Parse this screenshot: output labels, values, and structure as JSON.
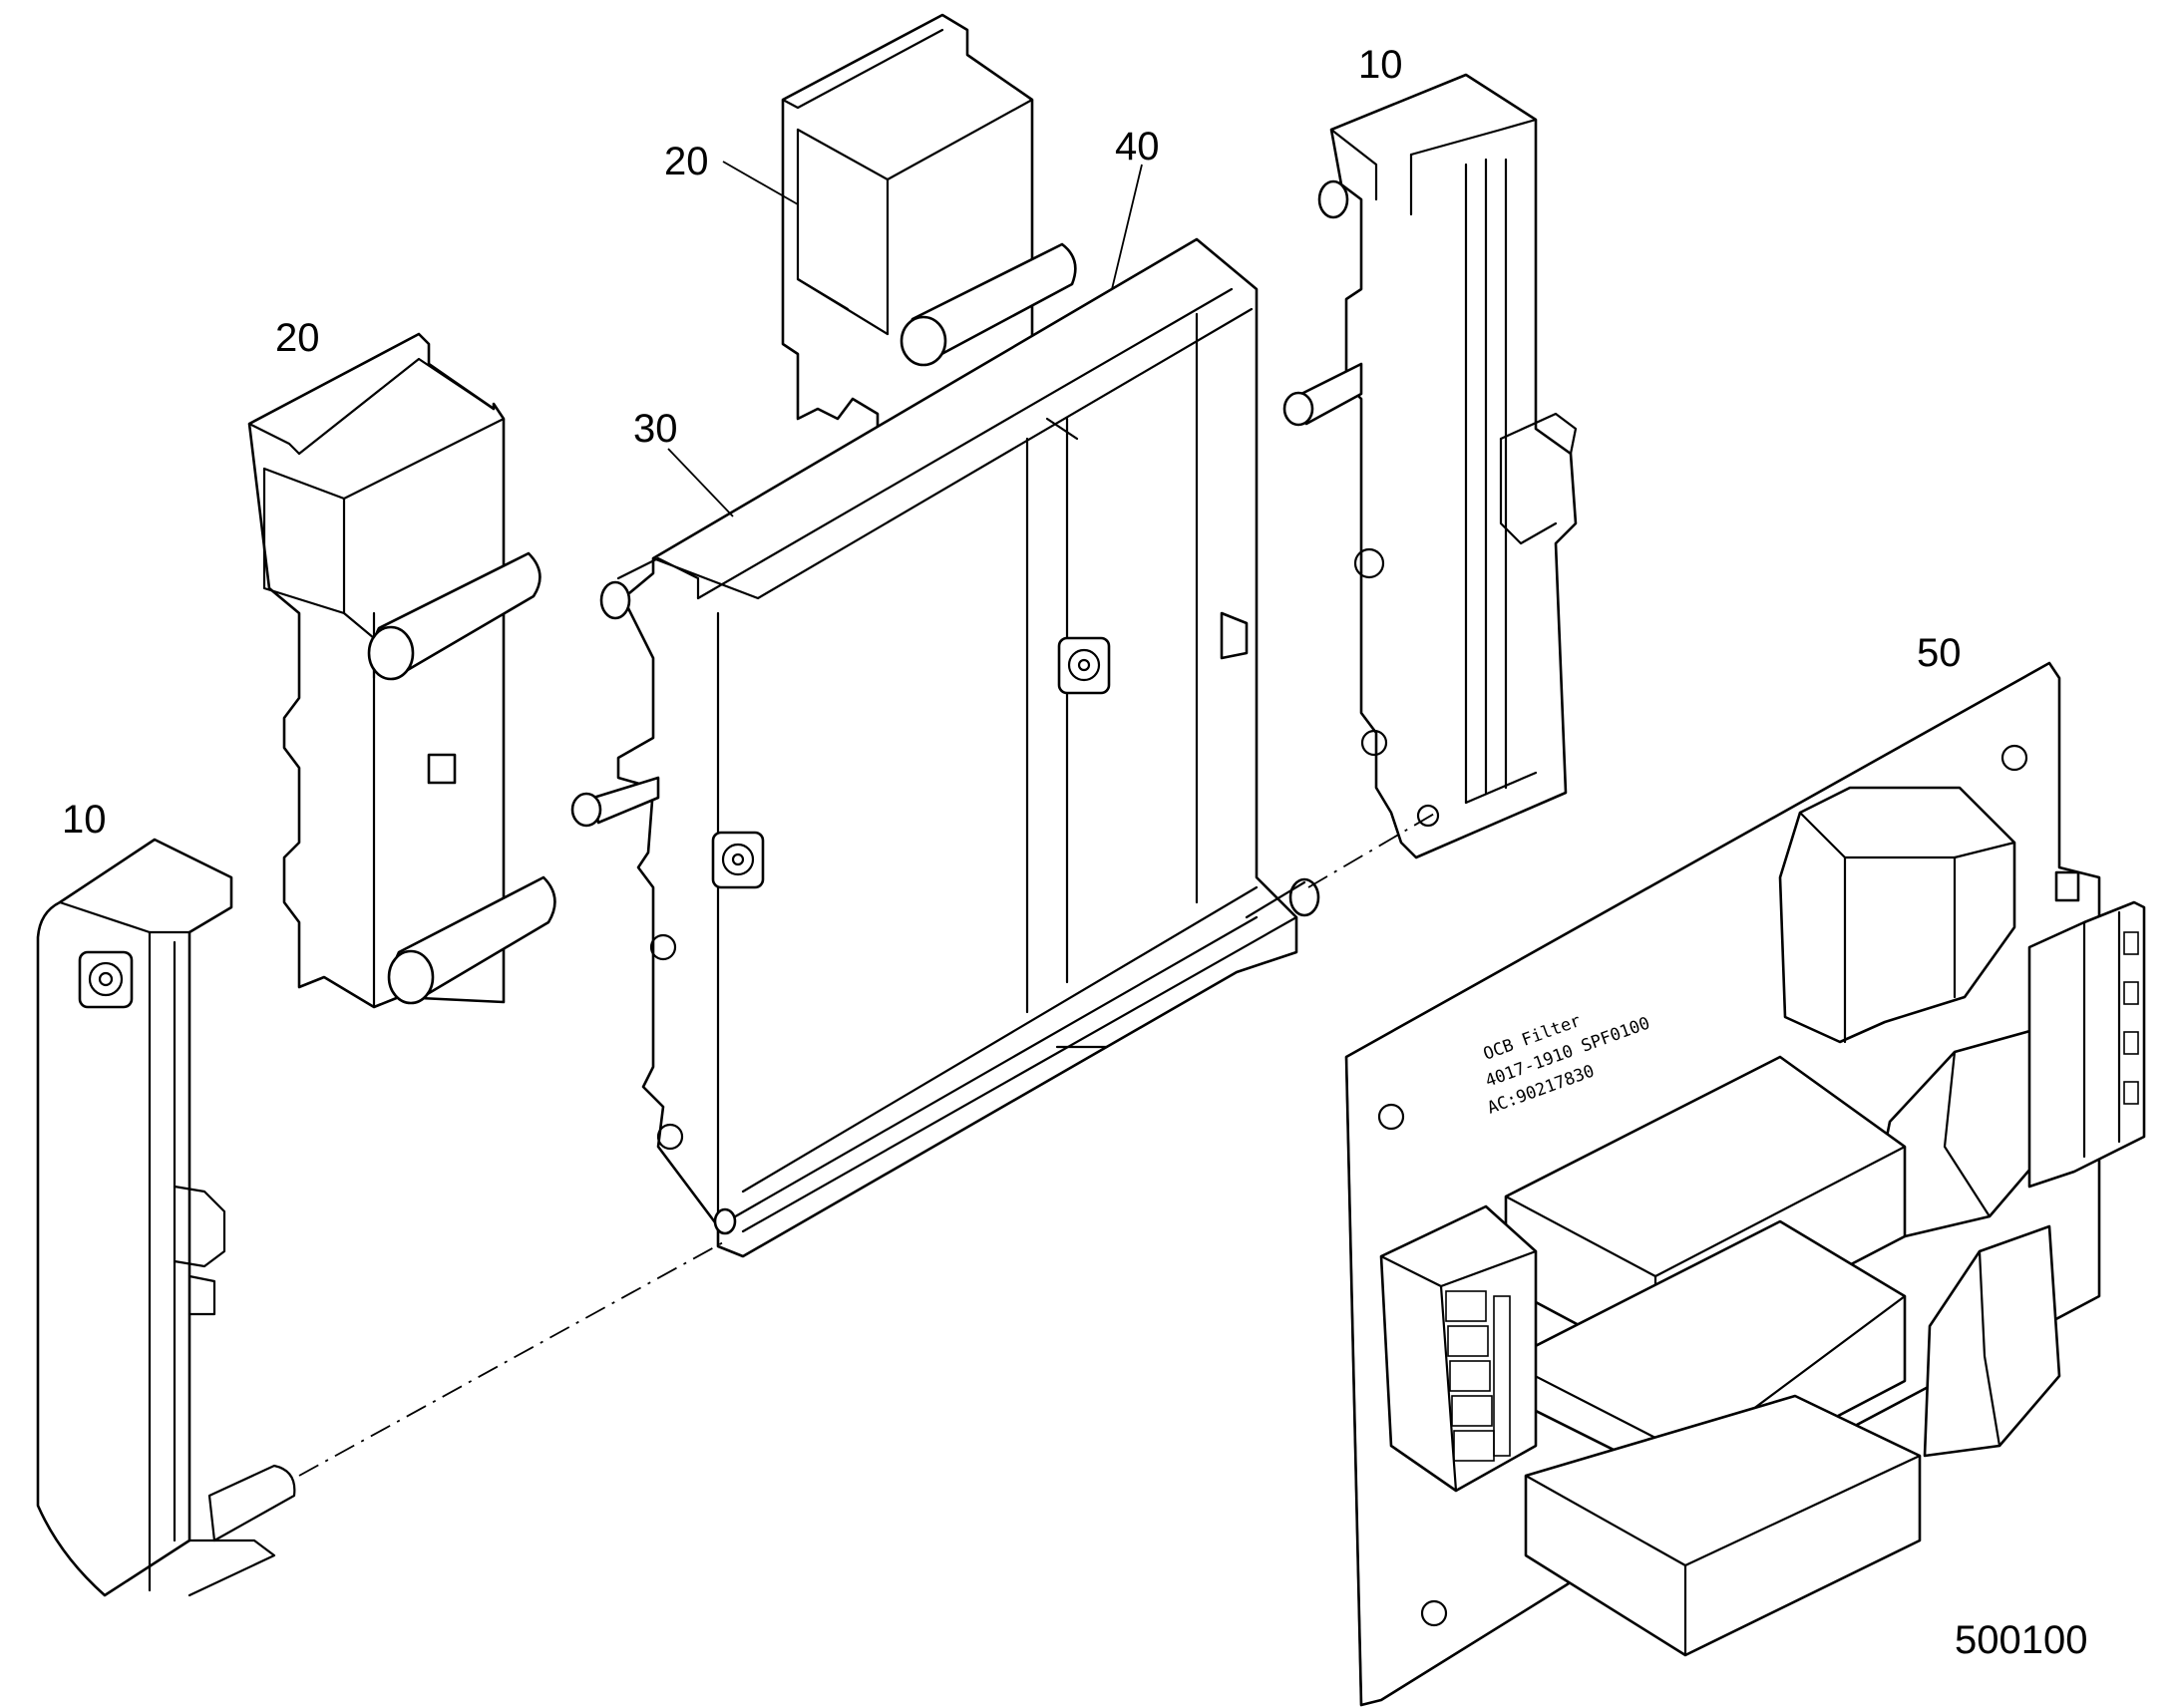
{
  "callouts": {
    "end_cap_left": "10",
    "end_cap_right": "10",
    "rail_left": "20",
    "rail_top": "20",
    "housing_30": "30",
    "housing_40": "40",
    "pcb_50": "50"
  },
  "pcb_label": {
    "line1": "OCB Filter",
    "line2": "4017-1910  SPF0100",
    "line3": "AC:90217830"
  },
  "drawing_number": "500100"
}
